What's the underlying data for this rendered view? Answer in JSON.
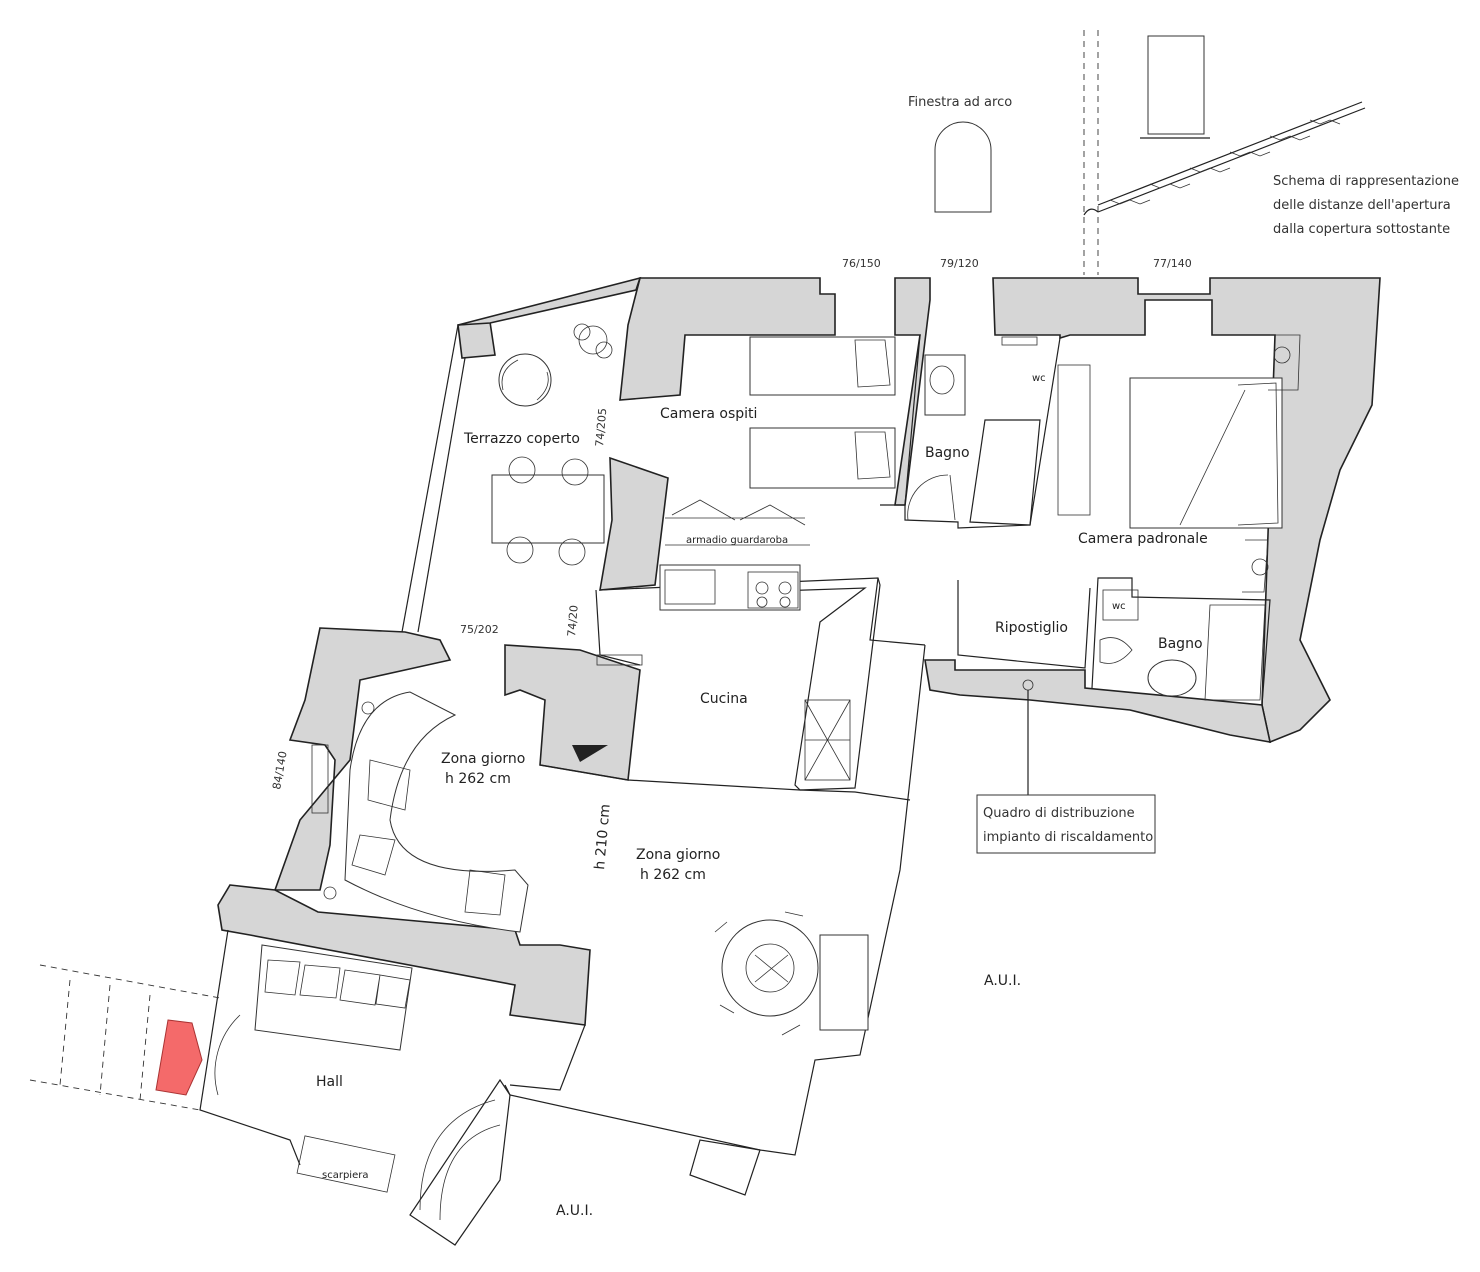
{
  "labels": {
    "finestra_arco": "Finestra ad arco",
    "schema_line1": "Schema di rappresentazione",
    "schema_line2": "delle distanze dell'apertura",
    "schema_line3": "dalla copertura sottostante",
    "terrazzo": "Terrazzo coperto",
    "camera_ospiti": "Camera ospiti",
    "armadio": "armadio guardaroba",
    "bagno_1": "Bagno",
    "wc_1": "wc",
    "camera_padronale": "Camera padronale",
    "ripostiglio": "Ripostiglio",
    "wc_2": "wc",
    "bagno_2": "Bagno",
    "cucina": "Cucina",
    "zona_giorno_1_line1": "Zona giorno",
    "zona_giorno_1_line2": "h 262 cm",
    "zona_giorno_2_line1": "Zona giorno",
    "zona_giorno_2_line2": "h 262 cm",
    "h210": "h 210 cm",
    "quadro_line1": "Quadro di distribuzione",
    "quadro_line2": "impianto di riscaldamento",
    "aui_1": "A.U.I.",
    "aui_2": "A.U.I.",
    "hall": "Hall",
    "scarpiera": "scarpiera"
  },
  "dimensions": {
    "d_76_150": "76/150",
    "d_79_120": "79/120",
    "d_77_140": "77/140",
    "d_74_205": "74/205",
    "d_74_20": "74/20",
    "d_75_202": "75/202",
    "d_84_140": "84/140"
  },
  "colors": {
    "wall_fill": "#d6d6d6",
    "line": "#222222",
    "entrance_arrow": "#f46a6a"
  }
}
